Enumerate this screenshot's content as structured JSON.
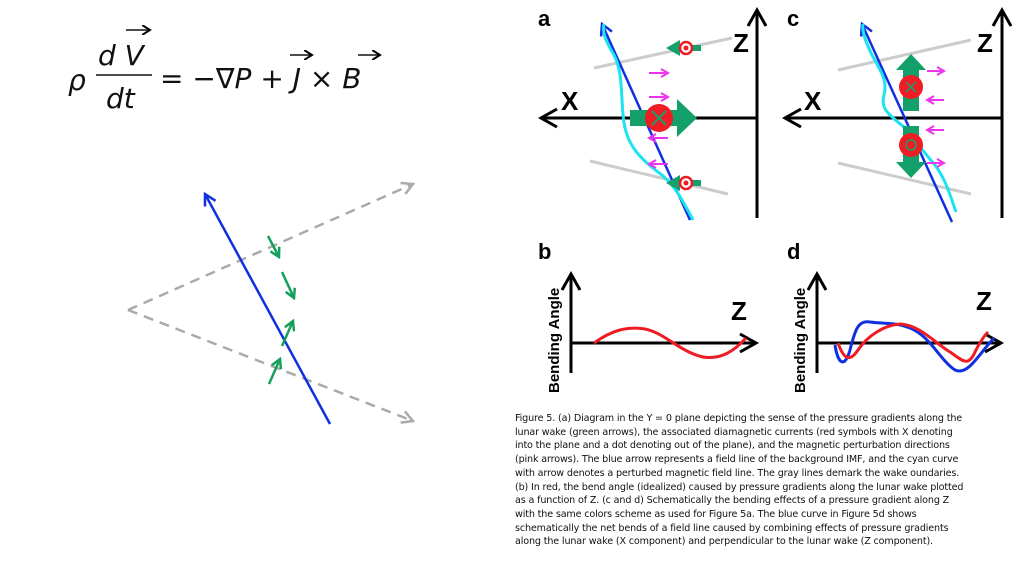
{
  "equation": {
    "rho": "ρ",
    "numerator": "d V",
    "denominator": "dt",
    "rhs": "= −∇P + J × B"
  },
  "figure": {
    "panel_labels": [
      "a",
      "b",
      "c",
      "d"
    ],
    "axis_x": "X",
    "axis_z": "Z",
    "bending_angle": "Bending Angle"
  },
  "colors": {
    "blue": "#1030e0",
    "cyan": "#1de3f0",
    "green": "#14a06a",
    "red": "#ee1c24",
    "pink": "#ee33ee",
    "gray": "#c8c8c8"
  },
  "caption": [
    "Figure 5. (a) Diagram in the Y = 0 plane depicting the sense of the pressure gradients along the",
    "lunar wake (green arrows), the associated diamagnetic currents (red symbols with X denoting",
    "into the plane and a dot denoting out of the plane), and the magnetic perturbation directions",
    "(pink arrows). The blue arrow represents a field line of the background IMF, and the cyan curve",
    "with arrow denotes a perturbed magnetic field line. The gray lines demark the wake oundaries.",
    "(b) In red, the bend angle (idealized) caused by pressure gradients along the lunar wake plotted",
    "as a function of Z. (c and d) Schematically the bending effects of a pressure gradient along Z",
    "with the same colors scheme as used for Figure 5a. The blue curve in Figure 5d shows",
    "schematically the net bends of a field line caused by combining effects of pressure gradients",
    "along the lunar wake (X component) and perpendicular to the lunar wake (Z component)."
  ]
}
